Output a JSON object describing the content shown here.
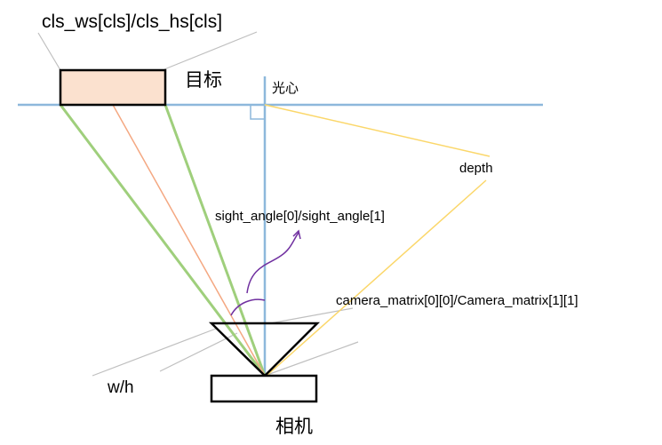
{
  "labels": {
    "target_size": "cls_ws[cls]/cls_hs[cls]",
    "target": "目标",
    "optical_center": "光心",
    "depth": "depth",
    "sight_angle": "sight_angle[0]/sight_angle[1]",
    "camera_matrix": "camera_matrix[0][0]/Camera_matrix[1][1]",
    "wh": "w/h",
    "camera": "相机"
  },
  "colors": {
    "horizon_line": "#8db8db",
    "optical_axis": "#8db8db",
    "target_fill": "#fbe1cf",
    "outline": "#000000",
    "ray_green": "#9fcf7c",
    "ray_orange": "#f4a882",
    "depth_line": "#fbd76a",
    "angle_arrow": "#7030a0",
    "leader_line": "#bfbfbf"
  }
}
